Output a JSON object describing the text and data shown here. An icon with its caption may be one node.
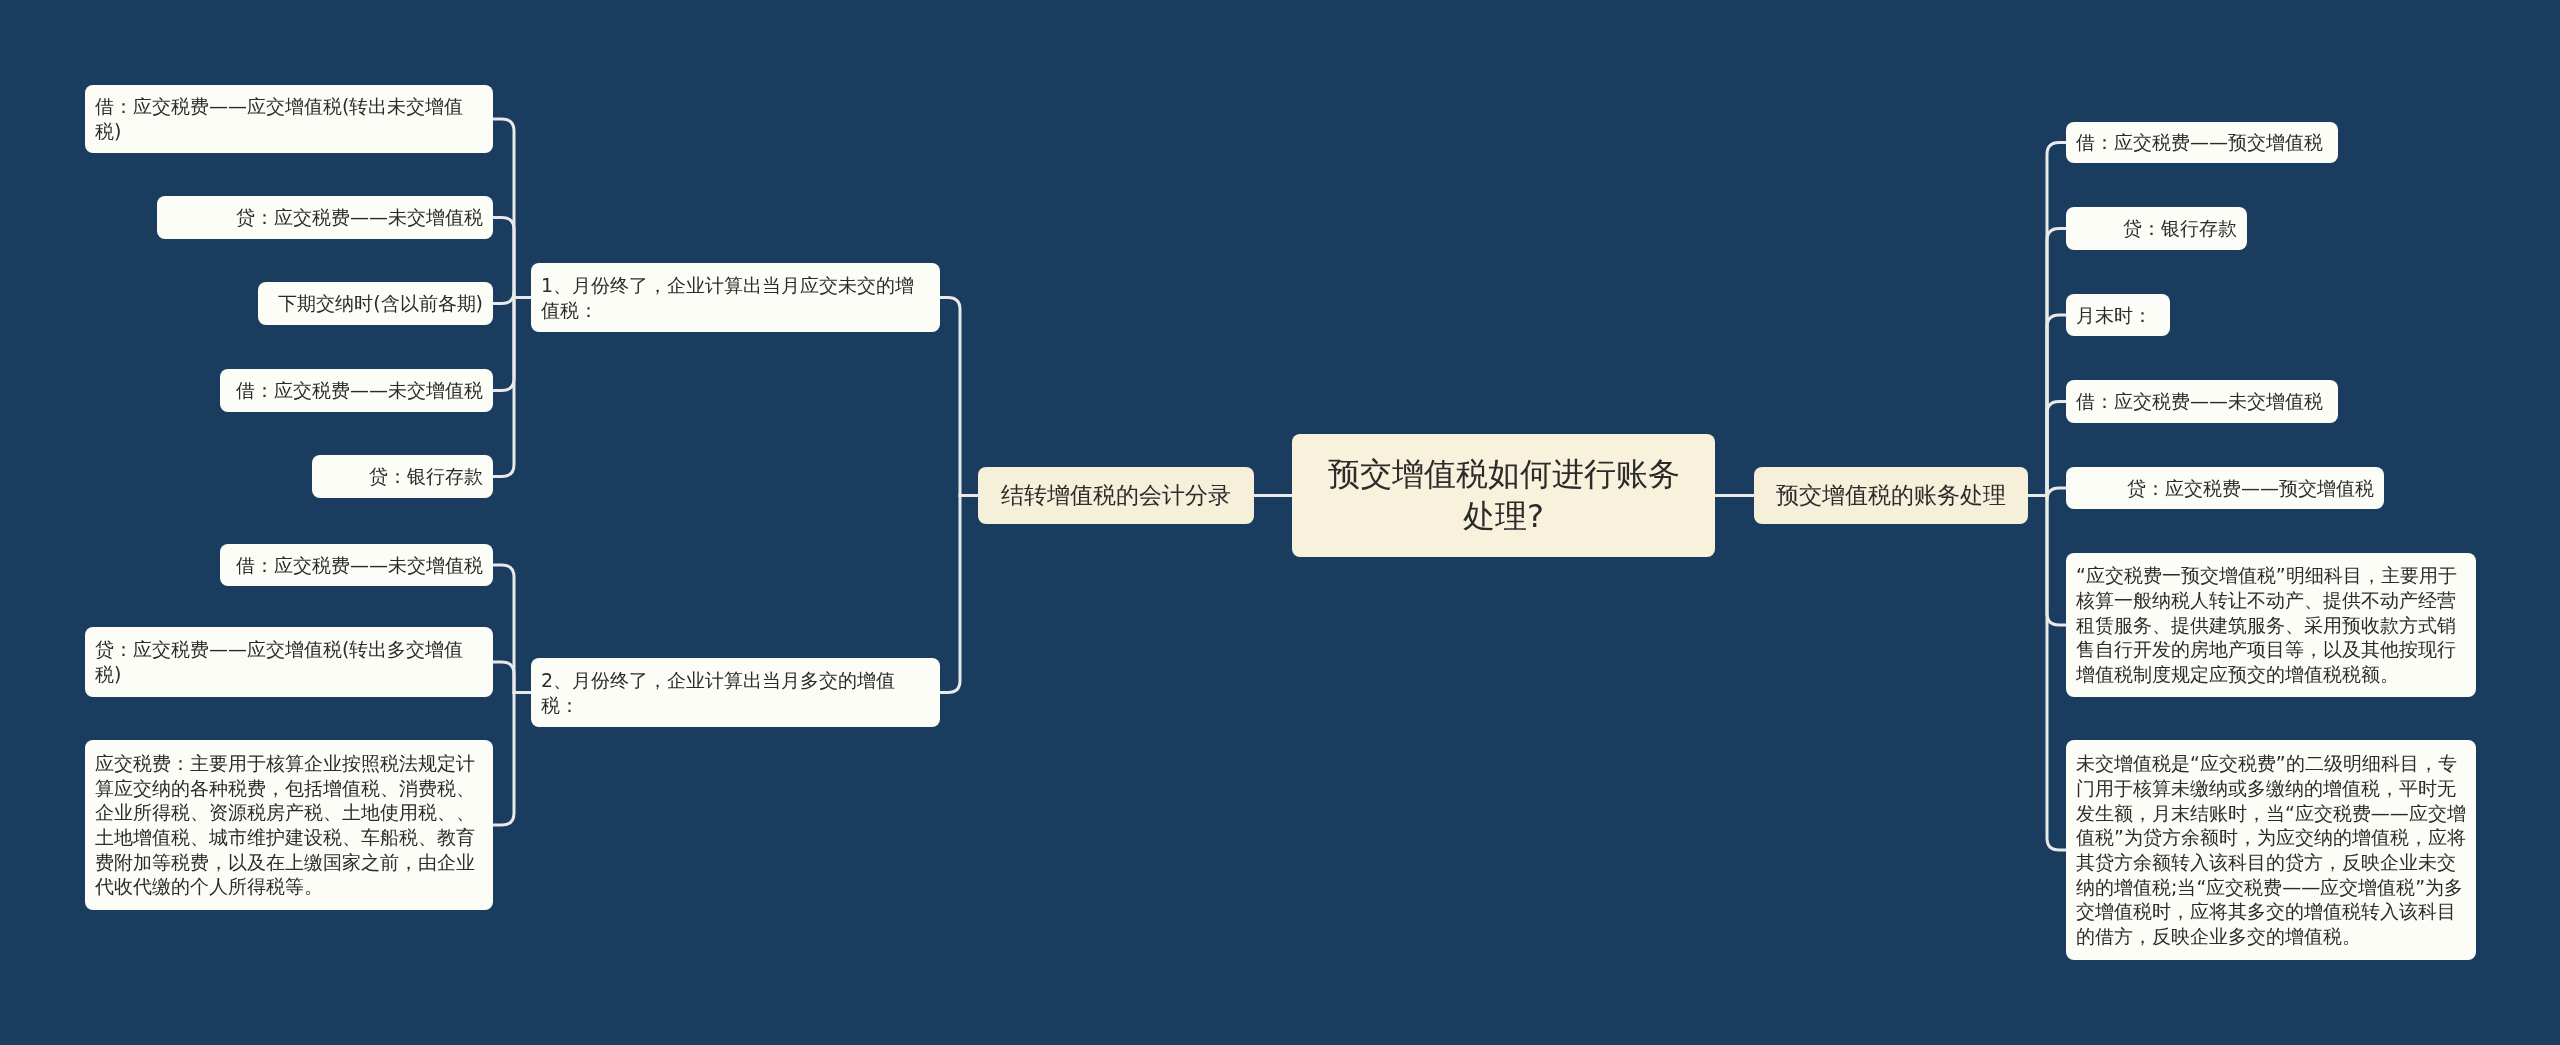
{
  "diagram": {
    "nodes": [
      {
        "text": [
          "预交增值税如何进行账务处理?"
        ]
      },
      {
        "text": [
          "结转增值税的会计分录"
        ]
      },
      {
        "text": [
          "1、月份终了，企业计算出当月应交未交的增值税："
        ]
      },
      {
        "text": [
          "借：应交税费——应交增值税(转出未交增值税)"
        ]
      },
      {
        "text": [
          "贷：应交税费——未交增值税"
        ]
      },
      {
        "text": [
          "下期交纳时(含以前各期)"
        ]
      },
      {
        "text": [
          "借：应交税费——未交增值税"
        ]
      },
      {
        "text": [
          "贷：银行存款"
        ]
      },
      {
        "text": [
          "2、月份终了，企业计算出当月多交的增值税："
        ]
      },
      {
        "text": [
          "借：应交税费——未交增值税"
        ]
      },
      {
        "text": [
          "贷：应交税费——应交增值税(转出多交增值税)"
        ]
      },
      {
        "text": [
          "应交税费：主要用于核算企业按照税法规定计算应交纳的各种税费，包括增值税、消费税、企业所得税、资源税房产税、土地使用税、、土地增值税、城市维护建设税、车船税、教育费附加等税费，以及在上缴国家之前，由企业代收代缴的个人所得税等。"
        ]
      },
      {
        "text": [
          "预交增值税的账务处理"
        ]
      },
      {
        "text": [
          "借：应交税费——预交增值税"
        ]
      },
      {
        "text": [
          "贷：银行存款"
        ]
      },
      {
        "text": [
          "月末时："
        ]
      },
      {
        "text": [
          "借：应交税费——未交增值税"
        ]
      },
      {
        "text": [
          "贷：应交税费——预交增值税"
        ]
      },
      {
        "text": [
          "“应交税费一预交增值税”明细科目，主要用于核算一般纳税人转让不动产、提供不动产经营租赁服务、提供建筑服务、采用预收款方式销售自行开发的房地产项目等，以及其他按现行增值税制度规定应预交的增值税税额。"
        ]
      },
      {
        "text": [
          "未交增值税是“应交税费”的二级明细科目，专门用于核算未缴纳或多缴纳的增值税，平时无发生额，月末结账时，当“应交税费——应交增值税”为贷方余额时，为应交纳的增值税，应将其贷方余额转入该科目的贷方，反映企业未交纳的增值税;当“应交税费——应交增值税”为多交增值税时，应将其多交的增值税转入该科目的借方，反映企业多交的增值税。"
        ]
      }
    ],
    "edges": [
      {
        "from": 0,
        "to": 1,
        "arrow": "none"
      },
      {
        "from": 1,
        "to": 2,
        "arrow": "none"
      },
      {
        "from": 2,
        "to": 3,
        "arrow": "none"
      },
      {
        "from": 2,
        "to": 4,
        "arrow": "none"
      },
      {
        "from": 2,
        "to": 5,
        "arrow": "none"
      },
      {
        "from": 2,
        "to": 6,
        "arrow": "none"
      },
      {
        "from": 2,
        "to": 7,
        "arrow": "none"
      },
      {
        "from": 1,
        "to": 8,
        "arrow": "none"
      },
      {
        "from": 8,
        "to": 9,
        "arrow": "none"
      },
      {
        "from": 8,
        "to": 10,
        "arrow": "none"
      },
      {
        "from": 8,
        "to": 11,
        "arrow": "none"
      },
      {
        "from": 0,
        "to": 12,
        "arrow": "none"
      },
      {
        "from": 12,
        "to": 13,
        "arrow": "none"
      },
      {
        "from": 12,
        "to": 14,
        "arrow": "none"
      },
      {
        "from": 12,
        "to": 15,
        "arrow": "none"
      },
      {
        "from": 12,
        "to": 16,
        "arrow": "none"
      },
      {
        "from": 12,
        "to": 17,
        "arrow": "none"
      },
      {
        "from": 12,
        "to": 18,
        "arrow": "none"
      },
      {
        "from": 12,
        "to": 19,
        "arrow": "none"
      }
    ]
  }
}
